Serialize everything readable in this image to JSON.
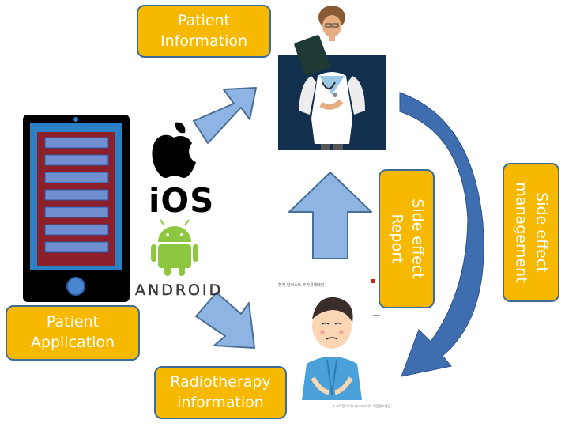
{
  "labels": {
    "patient_information": [
      "Patient",
      "Information"
    ],
    "patient_application": [
      "Patient",
      "Application"
    ],
    "radiotherapy_information": [
      "Radiotherapy",
      "information"
    ],
    "side_effect_report": [
      "Side effect",
      "Report"
    ],
    "side_effect_management": [
      "Side effect",
      "management"
    ]
  },
  "platforms": {
    "ios": "iOS",
    "android": "ANDROID"
  },
  "document": {
    "title": "환자 일러스트 부작용에대한",
    "footer": "© 부작용 가이드라이너사이트 해당정보제공"
  },
  "icons": [
    "apple-logo-icon",
    "android-robot-icon",
    "smartphone-icon",
    "doctor-illustration",
    "patient-illustration"
  ],
  "colors": {
    "box_fill": "#f7b900",
    "box_border": "#3f6b99",
    "arrow_fill": "#8eb4e3",
    "arrow_border": "#4a6f96",
    "curve_fill": "#3e6eb0"
  }
}
